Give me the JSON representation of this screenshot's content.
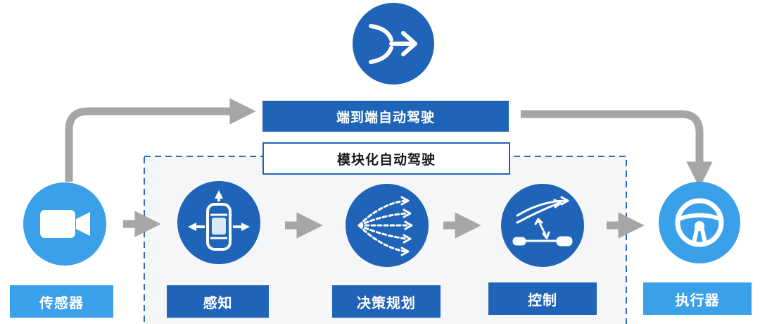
{
  "diagram": {
    "end_to_end_label": "端到端自动驾驶",
    "modular_label": "模块化自动驾驶",
    "nodes": [
      {
        "id": "sensor",
        "label": "传感器",
        "icon": "video-camera-icon"
      },
      {
        "id": "perception",
        "label": "感知",
        "icon": "car-arrows-icon"
      },
      {
        "id": "planning",
        "label": "决策规划",
        "icon": "branching-paths-icon"
      },
      {
        "id": "control",
        "label": "控制",
        "icon": "trajectory-control-icon"
      },
      {
        "id": "actuator",
        "label": "执行器",
        "icon": "steering-wheel-icon"
      }
    ],
    "top_icon": "merge-arrow-icon",
    "colors": {
      "primary_blue": "#1f64b8",
      "light_blue": "#3ba0ea",
      "arrow_gray": "#a6a6a6",
      "panel_bg": "#f5f6f7"
    }
  }
}
